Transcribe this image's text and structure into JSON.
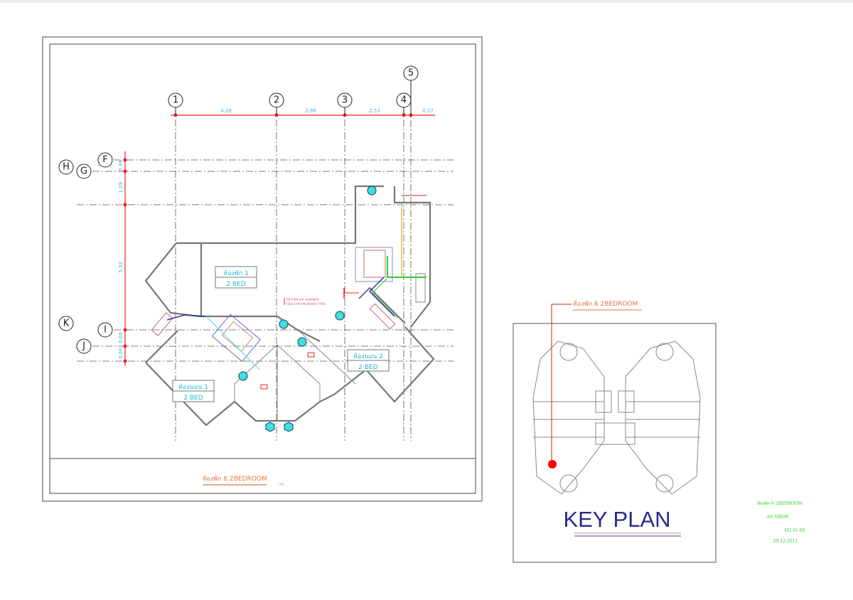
{
  "drawing": {
    "column_grid": [
      "1",
      "2",
      "3",
      "4",
      "5"
    ],
    "row_grid": [
      "F",
      "H",
      "G",
      "K",
      "I",
      "J"
    ],
    "horizontal_dimensions": [
      "4.28",
      "2.88",
      "2.53",
      "0.27"
    ],
    "vertical_dimensions": [
      "0.46",
      "1.39",
      "5.33",
      "0.66",
      "0.66"
    ],
    "rooms": [
      {
        "name": "ห้องพัก 1",
        "type": "2 BED"
      },
      {
        "name": "ห้องนอน 1",
        "type": "2 BED"
      },
      {
        "name": "ห้องนอน 2",
        "type": "2 BED"
      }
    ],
    "note": [
      "RETURN AIR CHAMBER",
      "(SEE GYPSUM BOARD TYPE)"
    ],
    "title": "ห้องพัก 6 2BEDROOM",
    "scale": "1:50"
  },
  "key_plan": {
    "callout": "ห้องพัก 6 2BEDROOM",
    "title": "KEY PLAN",
    "marker_color": "#ff0000"
  },
  "title_block": {
    "name": "ห้องพัก 6 2BEDROOM",
    "scale": "AS SHOW",
    "sheet": "M2 01-06",
    "date": "29-12-2011"
  }
}
